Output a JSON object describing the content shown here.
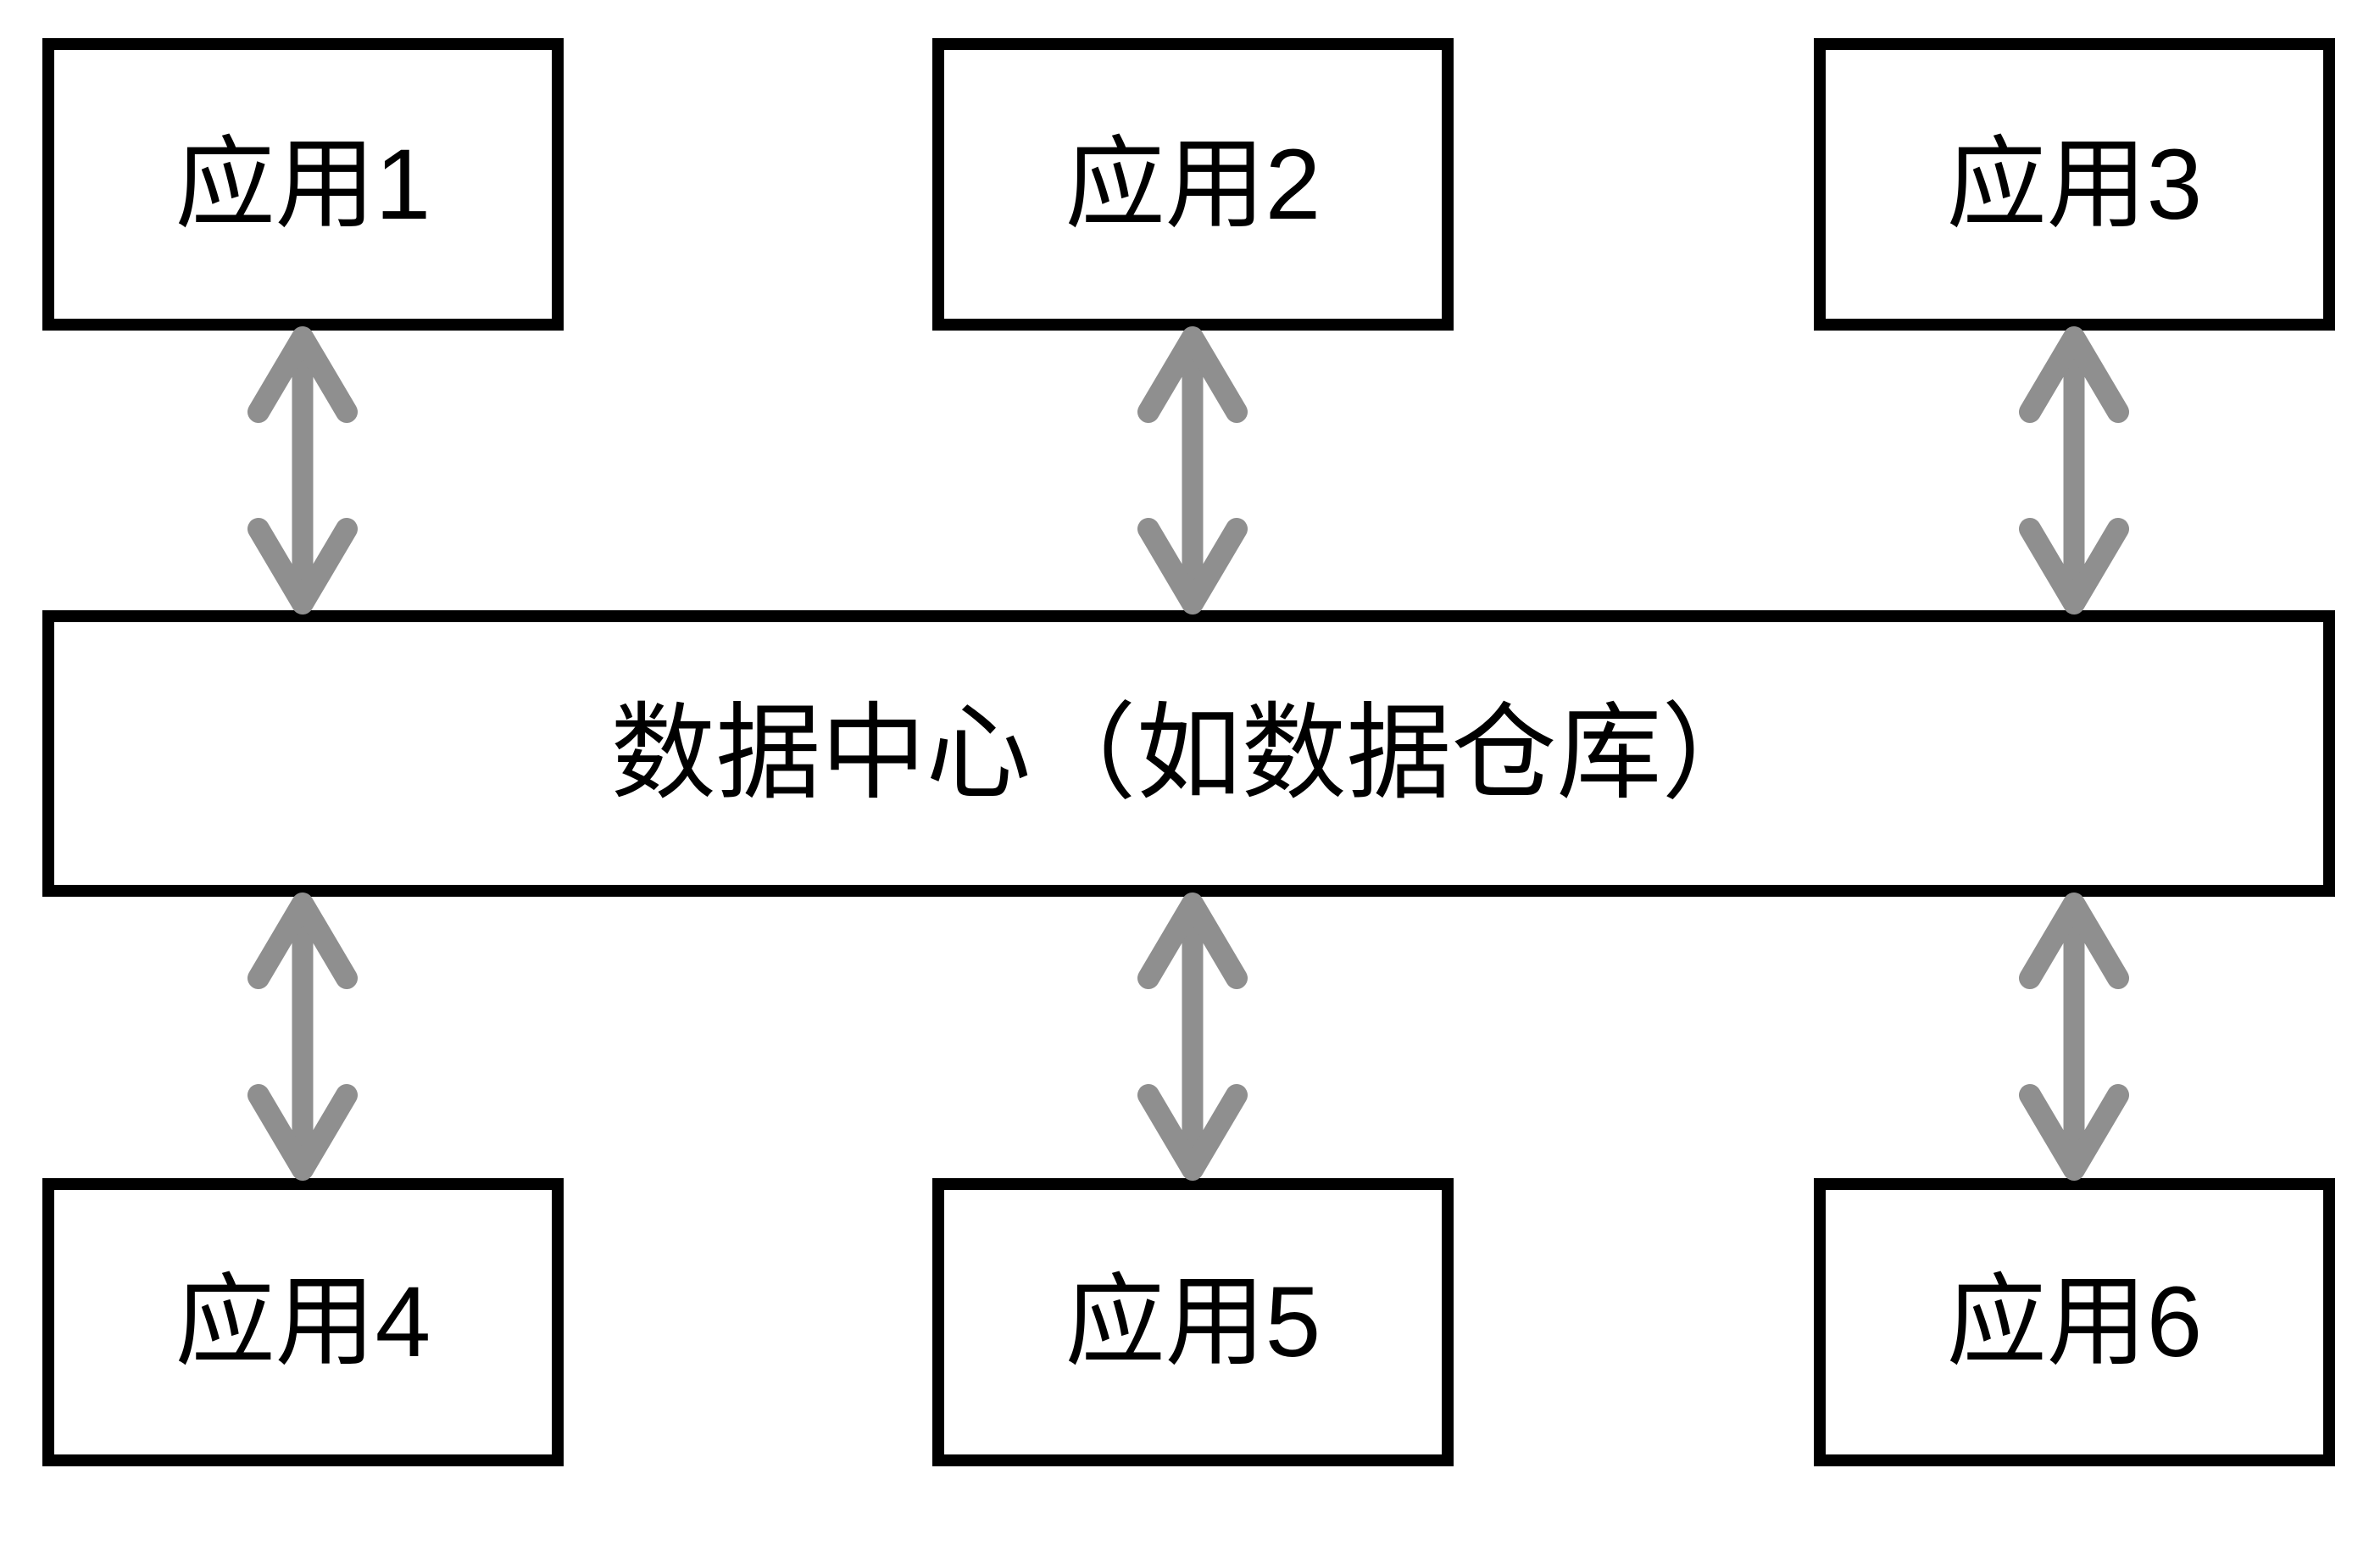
{
  "diagram": {
    "colors": {
      "border": "#000000",
      "arrow": "#8f8f8f",
      "background": "#ffffff",
      "text": "#000000"
    },
    "top_boxes": [
      {
        "label": "应用1"
      },
      {
        "label": "应用2"
      },
      {
        "label": "应用3"
      }
    ],
    "center_box": {
      "label": "数据中心（如数据仓库）"
    },
    "bottom_boxes": [
      {
        "label": "应用4"
      },
      {
        "label": "应用5"
      },
      {
        "label": "应用6"
      }
    ]
  }
}
